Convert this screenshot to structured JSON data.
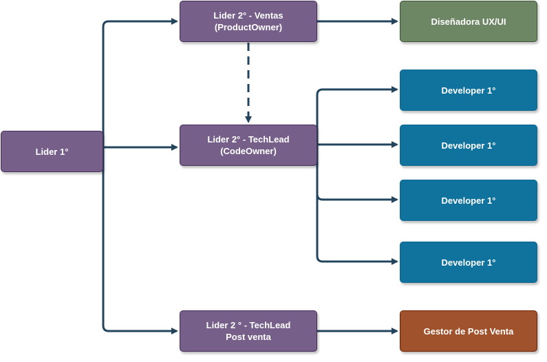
{
  "nodes": {
    "lider1": {
      "lines": [
        "Lider 1°"
      ]
    },
    "ventas": {
      "lines": [
        "Lider 2° - Ventas",
        "(ProductOwner)"
      ]
    },
    "techlead": {
      "lines": [
        "Lider 2° - TechLead",
        "(CodeOwner)"
      ]
    },
    "postventa_lead": {
      "lines": [
        "Lider 2 ° - TechLead",
        "Post venta"
      ]
    },
    "disenadora": {
      "lines": [
        "Diseñadora UX/UI"
      ]
    },
    "dev1": {
      "lines": [
        "Developer 1°"
      ]
    },
    "dev2": {
      "lines": [
        "Developer 1°"
      ]
    },
    "dev3": {
      "lines": [
        "Developer 1°"
      ]
    },
    "dev4": {
      "lines": [
        "Developer 1°"
      ]
    },
    "gestor": {
      "lines": [
        "Gestor de Post Venta"
      ]
    }
  },
  "colors": {
    "edge": "#23445d",
    "purple": "#76608a",
    "blue": "#10739e",
    "green": "#6d8764",
    "orange": "#a0522d"
  }
}
